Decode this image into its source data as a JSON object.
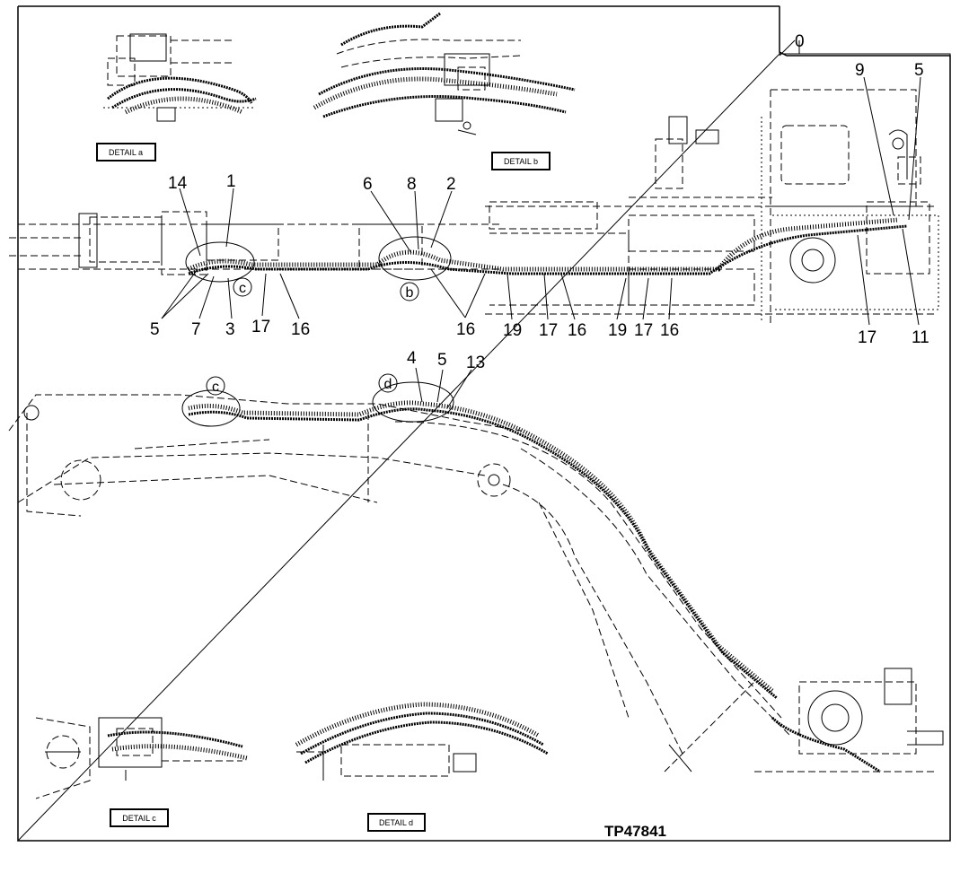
{
  "figure_id": "TP47841",
  "corner_callout": "0",
  "details": {
    "a": "DETAIL a",
    "b": "DETAIL b",
    "c": "DETAIL c",
    "d": "DETAIL d"
  },
  "circle_markers": {
    "c_top": "c",
    "b_top": "b",
    "c_lower": "c",
    "d_lower": "d"
  },
  "callouts": {
    "c14": "14",
    "c1": "1",
    "c6": "6",
    "c8": "8",
    "c2": "2",
    "c9": "9",
    "c5_right": "5",
    "c5_left": "5",
    "c7": "7",
    "c3": "3",
    "c17_a": "17",
    "c16_a": "16",
    "c16_b": "16",
    "c19_a": "19",
    "c17_b": "17",
    "c16_c": "16",
    "c19_b": "19",
    "c17_c": "17",
    "c16_d": "16",
    "c17_d": "17",
    "c11": "11",
    "c4": "4",
    "c5_lower": "5",
    "c13": "13"
  }
}
